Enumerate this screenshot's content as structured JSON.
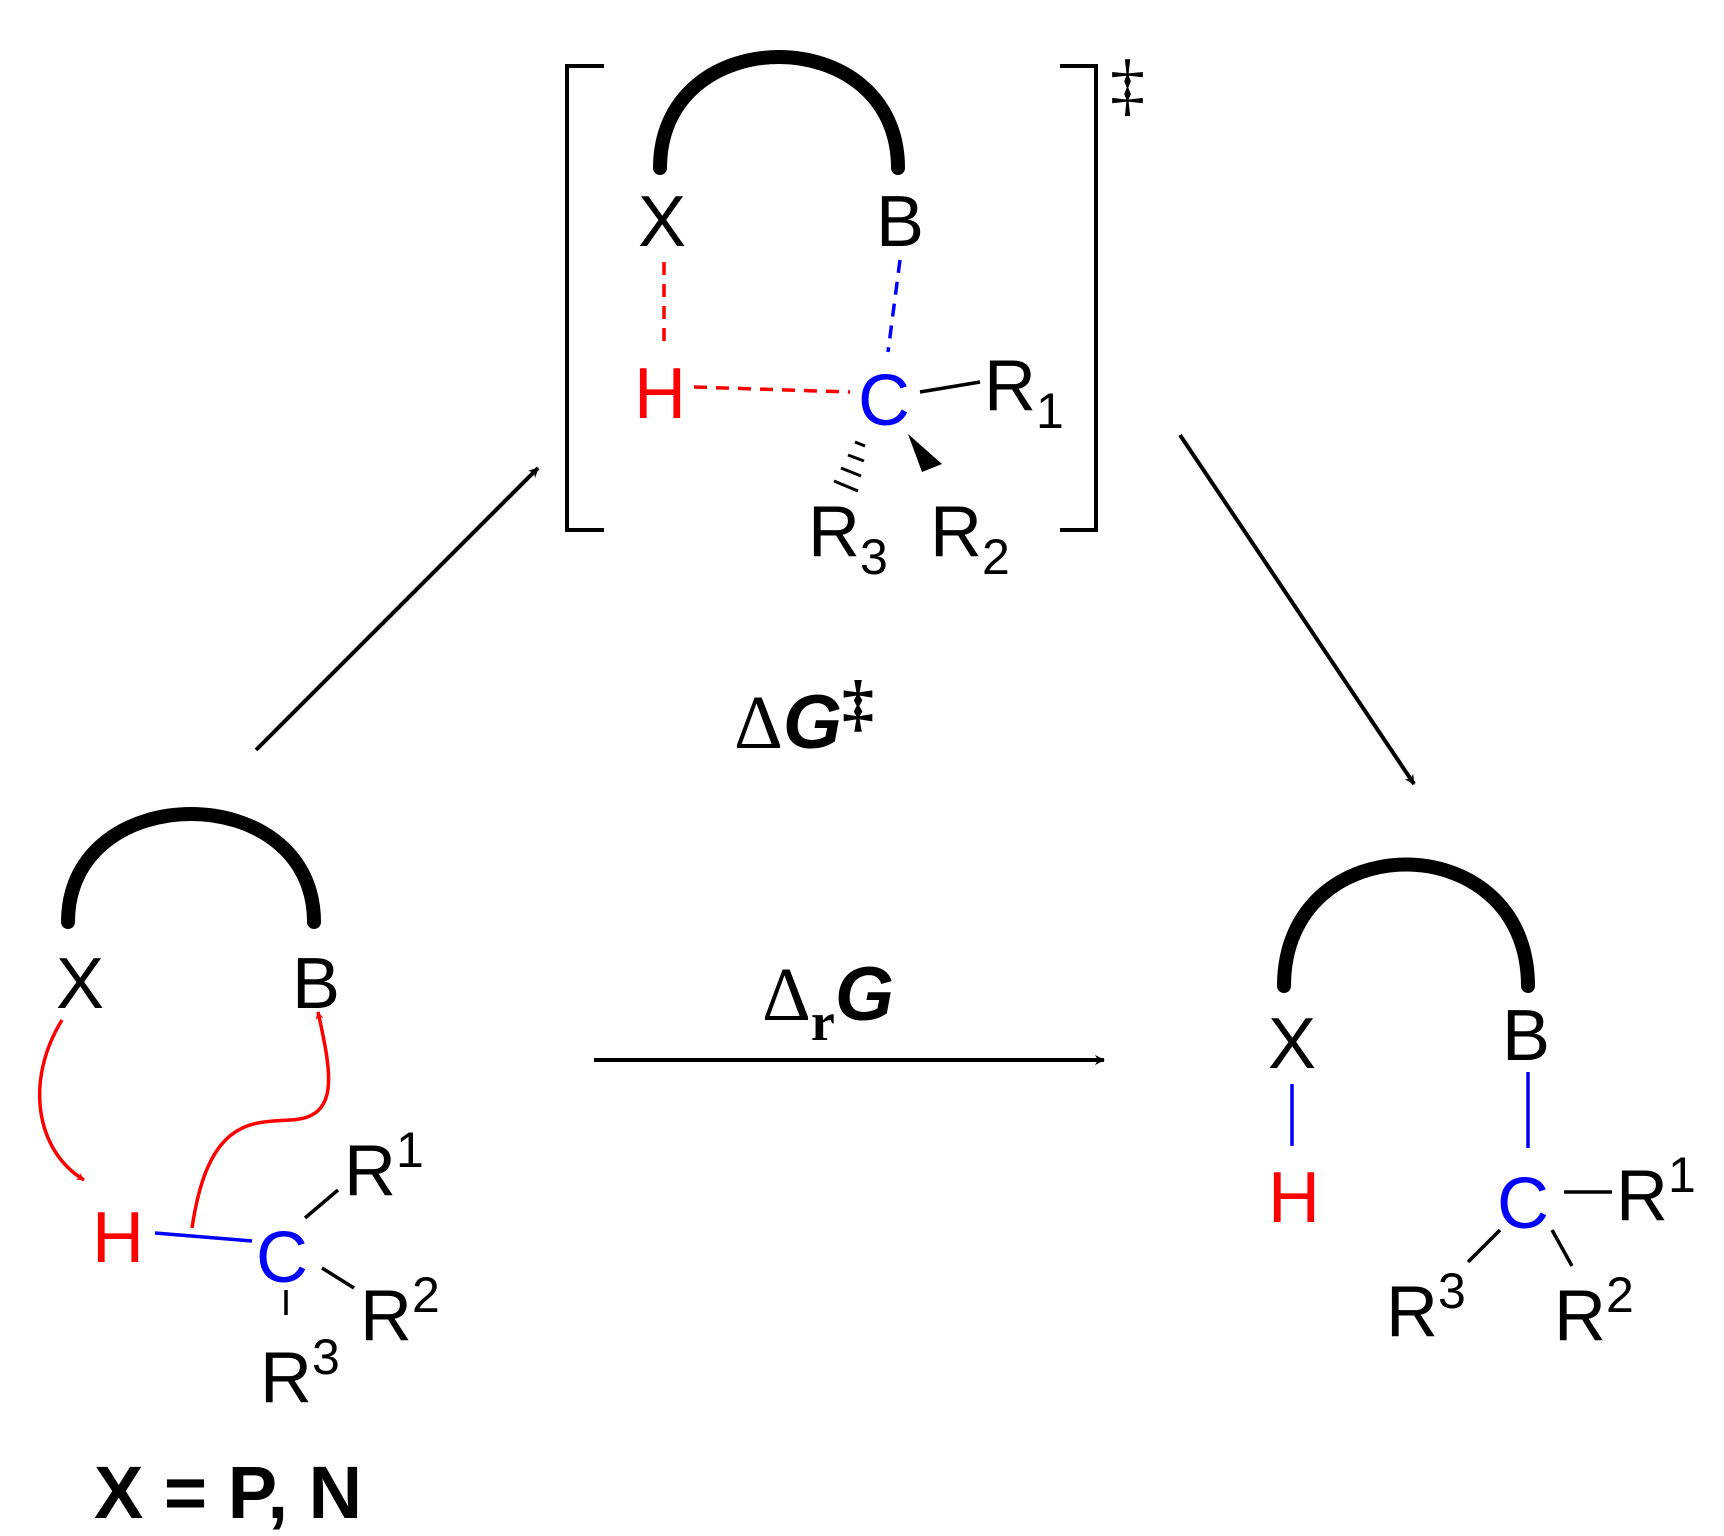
{
  "colors": {
    "black": "#000000",
    "hydrogen": "#ff0000",
    "carbon": "#0000ff",
    "background": "#ffffff"
  },
  "reactant": {
    "x": "X",
    "b": "B",
    "h": "H",
    "c": "C",
    "r1": "R",
    "r1_sup": "1",
    "r2": "R",
    "r2_sup": "2",
    "r3": "R",
    "r3_sup": "3"
  },
  "ts": {
    "x": "X",
    "b": "B",
    "h": "H",
    "c": "C",
    "r1": "R",
    "r1_sub": "1",
    "r2": "R",
    "r2_sub": "2",
    "r3": "R",
    "r3_sub": "3",
    "dagger": "‡"
  },
  "product": {
    "x": "X",
    "b": "B",
    "h": "H",
    "c": "C",
    "r1": "R",
    "r1_sup": "1",
    "r2": "R",
    "r2_sup": "2",
    "r3": "R",
    "r3_sup": "3"
  },
  "labels": {
    "activation_delta": "Δ",
    "activation_g": "G",
    "activation_dagger": "‡",
    "reaction_delta": "Δ",
    "reaction_sub": "r",
    "reaction_g": "G",
    "condition": "X = P,  N"
  }
}
